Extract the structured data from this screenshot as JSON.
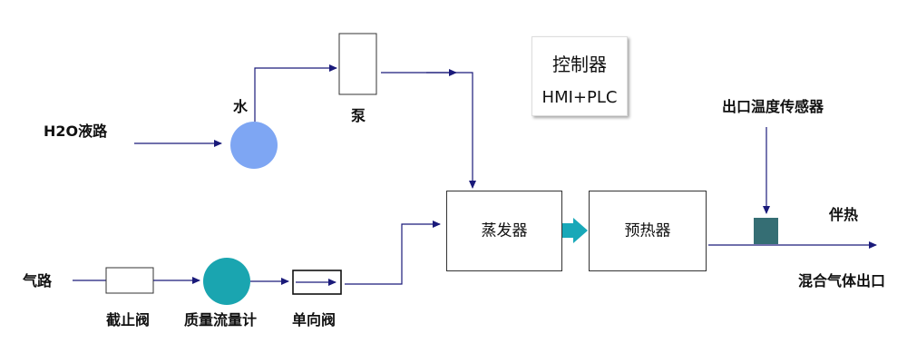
{
  "labels": {
    "h2o_line": "H2O液路",
    "water": "水",
    "pump": "泵",
    "gas_line": "气路",
    "stop_valve": "截止阀",
    "mass_flow_meter": "质量流量计",
    "check_valve": "单向阀",
    "outlet_temp_sensor": "出口温度传感器",
    "heat_tracing": "伴热",
    "mixed_gas_outlet": "混合气体出口"
  },
  "boxes": {
    "evaporator": "蒸发器",
    "preheater": "预热器"
  },
  "controller": {
    "title": "控制器",
    "subtitle": "HMI+PLC"
  },
  "colors": {
    "line": "#1a1a7a",
    "water_circle": "#7ea6f3",
    "flow_meter_circle": "#1aa5b0",
    "transfer_arrow": "#18a8b8",
    "sensor_block": "#356e74"
  }
}
